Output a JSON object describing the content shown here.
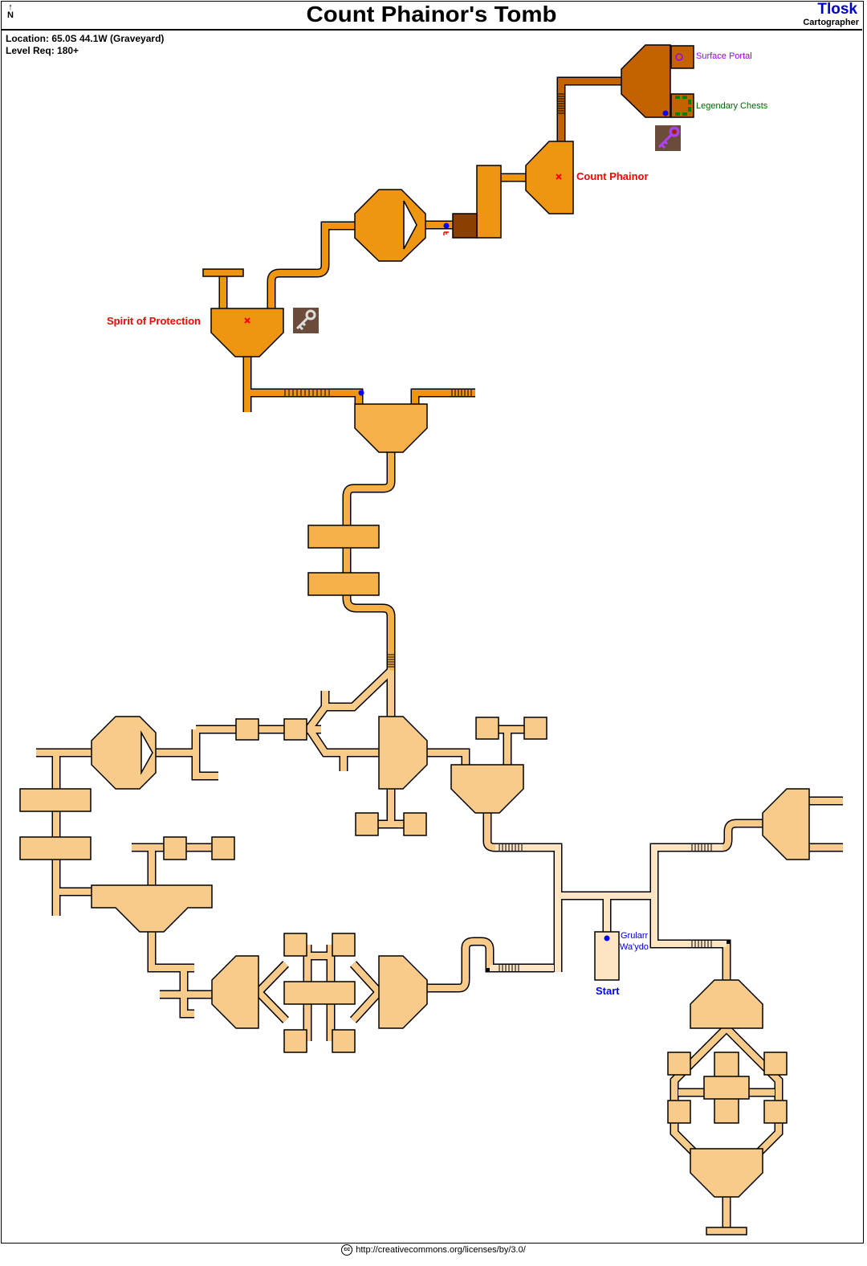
{
  "header": {
    "north_label": "N",
    "title": "Count Phainor's Tomb",
    "author": "Tlosk",
    "author_role": "Cartographer"
  },
  "info": {
    "location": "Location: 65.0S 44.1W (Graveyard)",
    "level": "Level Req: 180+"
  },
  "labels": {
    "surface_portal": "Surface Portal",
    "legendary_chests": "Legendary Chests",
    "count_phainor": "Count Phainor",
    "spirit": "Spirit of Protection",
    "npc_line1": "Grularr",
    "npc_line2": "Wa'ydo",
    "start": "Start"
  },
  "footer": {
    "cc": "cc",
    "url": "http://creativecommons.org/licenses/by/3.0/"
  },
  "colors": {
    "deep": "#c46200",
    "upper": "#ee9611",
    "locked": "#8b3f00",
    "mid": "#f5b04a",
    "lower": "#f8cb8a",
    "start": "#fde5c4",
    "boss": "#ff0000",
    "portal": "#9900ff",
    "chests": "#006600",
    "npc": "#0000cc"
  }
}
